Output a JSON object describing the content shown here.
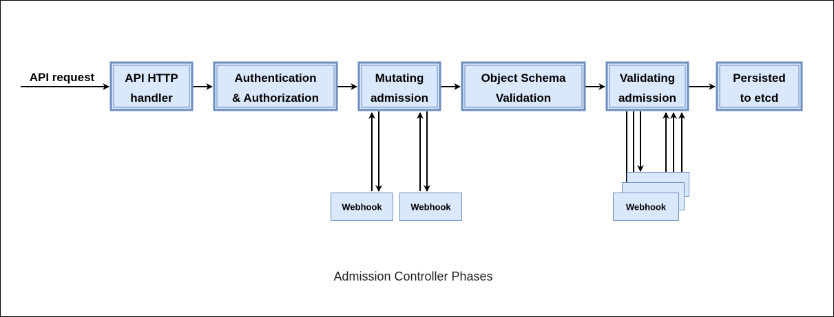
{
  "colors": {
    "fill": "#dae8fc",
    "stroke": "#6c8ebf",
    "arrow": "#000000"
  },
  "input_label": "API request",
  "phases": [
    {
      "line1": "API HTTP",
      "line2": "handler"
    },
    {
      "line1": "Authentication",
      "line2": "& Authorization"
    },
    {
      "line1": "Mutating",
      "line2": "admission"
    },
    {
      "line1": "Object Schema",
      "line2": "Validation"
    },
    {
      "line1": "Validating",
      "line2": "admission"
    },
    {
      "line1": "Persisted",
      "line2": "to etcd"
    }
  ],
  "webhook_label": "Webhook",
  "caption": "Admission Controller Phases"
}
